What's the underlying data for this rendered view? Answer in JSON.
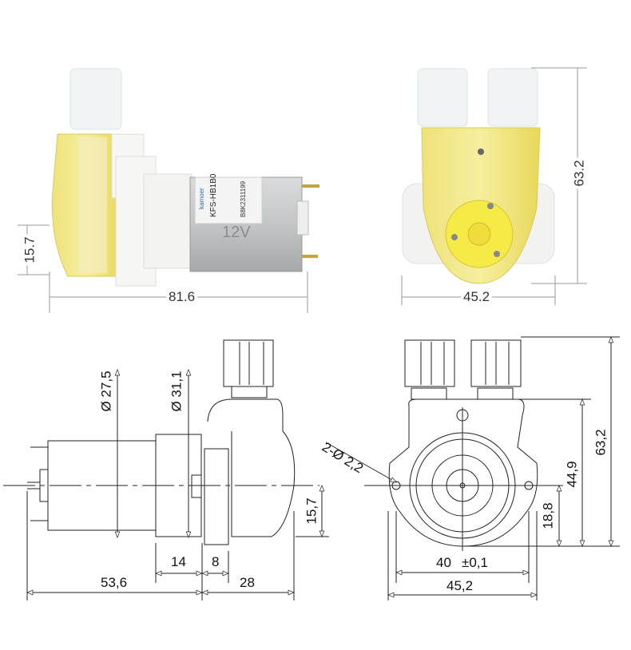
{
  "photos": {
    "side_view": {
      "motor_label": {
        "brand": "kamoer",
        "model": "KFS-HB1B0",
        "batch": "B8K2311199",
        "voltage": "12V"
      },
      "dimensions": {
        "height_offset": "15.7",
        "length": "81.6"
      }
    },
    "front_view": {
      "dimensions": {
        "height": "63.2",
        "width": "45.2"
      }
    }
  },
  "drawings": {
    "side_view": {
      "dimensions": {
        "motor_diameter": "27,5",
        "gearbox_diameter": "31,1",
        "diameter_symbol": "Ø",
        "axis_offset": "15,7",
        "gearbox_length": "14",
        "flange_length": "8",
        "motor_length": "53,6",
        "pump_head_length": "28"
      }
    },
    "front_view": {
      "dimensions": {
        "mount_holes": "2-Ø 2,2",
        "hole_height": "18,8",
        "body_height": "44,9",
        "total_height": "63,2",
        "hole_spacing": "40",
        "hole_tolerance": "±0,1",
        "total_width": "45,2"
      }
    }
  },
  "colors": {
    "pump_yellow": "#f2e24a",
    "tube_clear": "#eef3f2",
    "housing_white": "#f4f4f2",
    "motor_silver": "#b9bcbd",
    "line": "#222222",
    "dim_line": "#888888"
  }
}
